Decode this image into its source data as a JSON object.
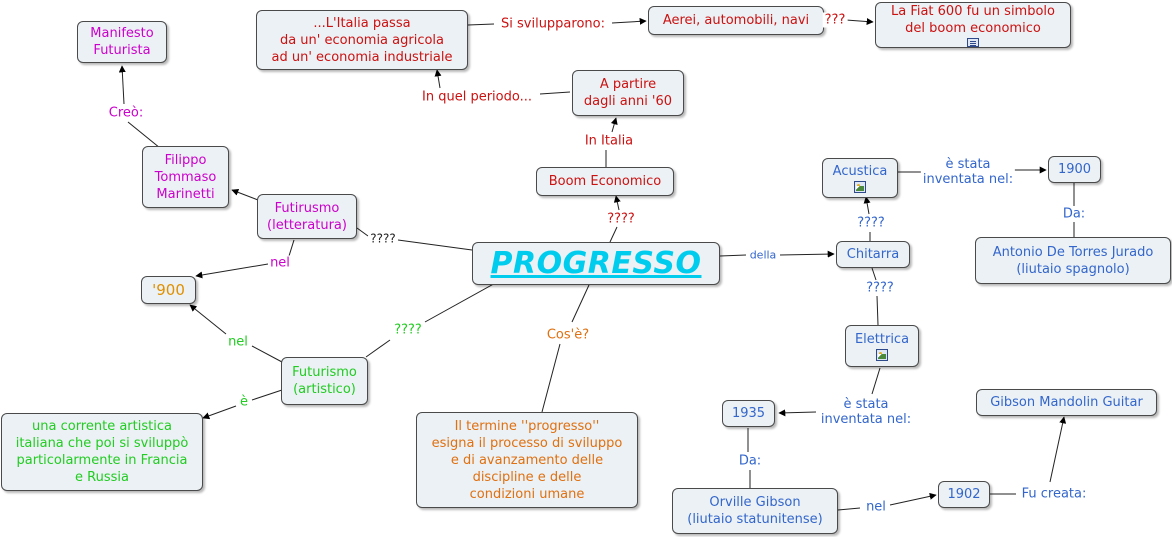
{
  "colors": {
    "red": "#cc1111",
    "magenta": "#cc00cc",
    "green": "#22cc22",
    "orange": "#e07010",
    "blue": "#3366cc",
    "dark": "#222222",
    "gold": "#e09000",
    "cyan": "#00ccee"
  },
  "nodes": [
    {
      "id": "progresso",
      "text": "PROGRESSO",
      "color": "cyan"
    },
    {
      "id": "italia",
      "text": "...L'Italia passa\nda un' economia agricola\nad un' economia industriale",
      "color": "red"
    },
    {
      "id": "aerei",
      "text": "Aerei, automobili, navi",
      "color": "red"
    },
    {
      "id": "fiat",
      "text": "La Fiat 600 fu un simbolo\ndel boom economico",
      "color": "red",
      "icon": "doc"
    },
    {
      "id": "anni60",
      "text": "A partire\ndagli anni '60",
      "color": "red"
    },
    {
      "id": "boom",
      "text": "Boom Economico",
      "color": "red"
    },
    {
      "id": "manifesto",
      "text": "Manifesto\nFuturista",
      "color": "magenta"
    },
    {
      "id": "marinetti",
      "text": "Filippo\nTommaso\nMarinetti",
      "color": "magenta"
    },
    {
      "id": "futlett",
      "text": "Futirusmo\n(letteratura)",
      "color": "magenta"
    },
    {
      "id": "novecento",
      "text": "'900",
      "color": "gold"
    },
    {
      "id": "futart",
      "text": "Futurismo\n(artistico)",
      "color": "green"
    },
    {
      "id": "corrente",
      "text": "una corrente artistica\nitaliana che poi si sviluppò\nparticolarmente in Francia\ne Russia",
      "color": "green"
    },
    {
      "id": "termine",
      "text": "Il termine ''progresso''\nesigna il processo di sviluppo\ne di avanzamento delle\ndiscipline e delle\ncondizioni umane",
      "color": "orange"
    },
    {
      "id": "acustica",
      "text": "Acustica",
      "color": "blue",
      "icon": "img"
    },
    {
      "id": "y1900",
      "text": "1900",
      "color": "blue"
    },
    {
      "id": "torres",
      "text": "Antonio De Torres Jurado\n(liutaio spagnolo)",
      "color": "blue"
    },
    {
      "id": "chitarra",
      "text": "Chitarra",
      "color": "blue"
    },
    {
      "id": "elettrica",
      "text": "Elettrica",
      "color": "blue",
      "icon": "img"
    },
    {
      "id": "y1935",
      "text": "1935",
      "color": "blue"
    },
    {
      "id": "gibson",
      "text": "Orville Gibson\n(liutaio statunitense)",
      "color": "blue"
    },
    {
      "id": "y1902",
      "text": "1902",
      "color": "blue"
    },
    {
      "id": "mandolin",
      "text": "Gibson Mandolin Guitar",
      "color": "blue"
    }
  ],
  "labels": [
    {
      "id": "sisvilupp",
      "text": "Si svilupparono:",
      "color": "red"
    },
    {
      "id": "q3",
      "text": "???",
      "color": "red"
    },
    {
      "id": "inquel",
      "text": "In quel periodo...",
      "color": "red"
    },
    {
      "id": "initalia",
      "text": "In Italia",
      "color": "red"
    },
    {
      "id": "q4red",
      "text": "????",
      "color": "red"
    },
    {
      "id": "creo",
      "text": "Creò:",
      "color": "magenta"
    },
    {
      "id": "q4dark",
      "text": "????",
      "color": "dark"
    },
    {
      "id": "nel1",
      "text": "nel",
      "color": "magenta"
    },
    {
      "id": "nel2",
      "text": "nel",
      "color": "green"
    },
    {
      "id": "q4green",
      "text": "????",
      "color": "green"
    },
    {
      "id": "e",
      "text": "è",
      "color": "green"
    },
    {
      "id": "cose",
      "text": "Cos'è?",
      "color": "orange"
    },
    {
      "id": "della",
      "text": "della",
      "color": "blue"
    },
    {
      "id": "q4blue1",
      "text": "????",
      "color": "blue"
    },
    {
      "id": "q4blue2",
      "text": "????",
      "color": "blue"
    },
    {
      "id": "estata1",
      "text": "è stata\ninventata nel:",
      "color": "blue"
    },
    {
      "id": "da1",
      "text": "Da:",
      "color": "blue"
    },
    {
      "id": "estata2",
      "text": "è stata\ninventata nel:",
      "color": "blue"
    },
    {
      "id": "da2",
      "text": "Da:",
      "color": "blue"
    },
    {
      "id": "nel3",
      "text": "nel",
      "color": "blue"
    },
    {
      "id": "fucreata",
      "text": "Fu creata:",
      "color": "blue"
    }
  ]
}
